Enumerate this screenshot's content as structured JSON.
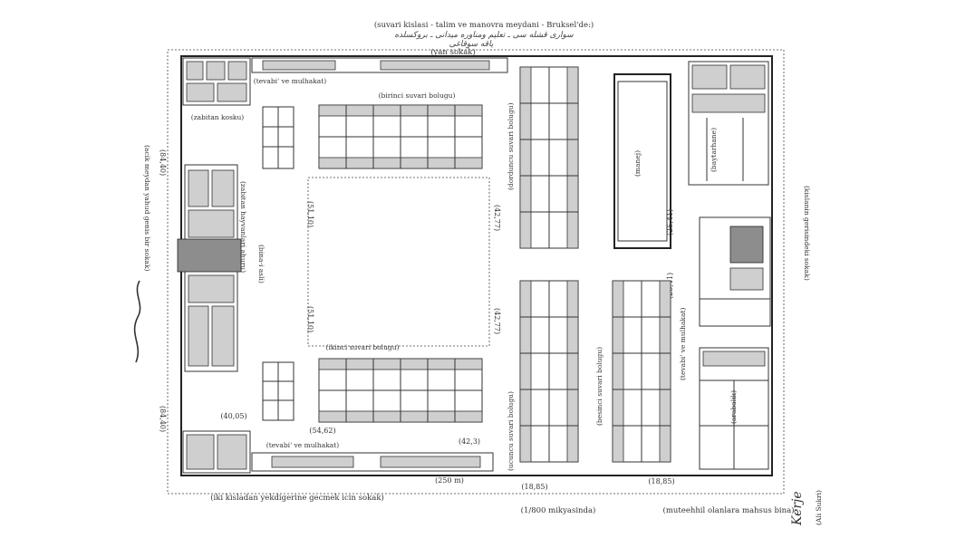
{
  "header": {
    "title": "(suvari kislasi - talim ve manovra meydani - Bruksel'de:)",
    "ottoman_note": "سوارى قشله سى ـ تعليم ومناوره ميدانى ـ بروكسلده",
    "ottoman_sub": "ياقه سوقاغى"
  },
  "labels": {
    "yan_sokak": "(yan sokak)",
    "tevabi_top": "(tevabi' ve mulhakat)",
    "birinci_bolugu": "(birinci suvari bolugu)",
    "zabitan_kosku": "(zabitan kosku)",
    "zabitan_hayvanlari": "(zabitan hayvanlari ahuru)",
    "bina_i_asli": "(bina-i asli)",
    "dorduncu_bolugu": "(dorduncu suvari bolugu)",
    "manej": "(manej)",
    "baytarhane": "(baytarhane)",
    "ikinci_bolugu": "(ikinci suvari bolugu)",
    "tevabi_right": "(tevabi' ve mulhakat)",
    "ucuncu_bolugu": "(ucuncu suvari bolugu)",
    "besinci_bolugu": "(besinci suvari bolugu)",
    "arabalik": "(arabalik)",
    "tevabi_bottom": "(tevabi' ve mulhakat)",
    "acik_meydan": "(acik meydan yahud genis bir sokak)",
    "kislanin_gerisi": "(kislanin gerisindeki sokak)",
    "iki_kisla": "(iki kisladan yekdigerine gecmek icin sokak)",
    "mikyas": "(1/800 mikyasinda)",
    "muteehhil": "(muteehhil olanlara mahsus bina)",
    "author": "(Ali Sukri)"
  },
  "dimensions": {
    "d1": "(84,40)",
    "d2": "(84,40)",
    "d3": "(51,10)",
    "d4": "(51,10)",
    "d5": "(42,77)",
    "d6": "(42,77)",
    "d7": "(25,41)",
    "d8": "(25,41)",
    "d9": "(40,05)",
    "d10": "(54,62)",
    "d11": "(42,3)",
    "d12": "(250 m)",
    "d13": "(18,85)",
    "d14": "(18,85)"
  }
}
